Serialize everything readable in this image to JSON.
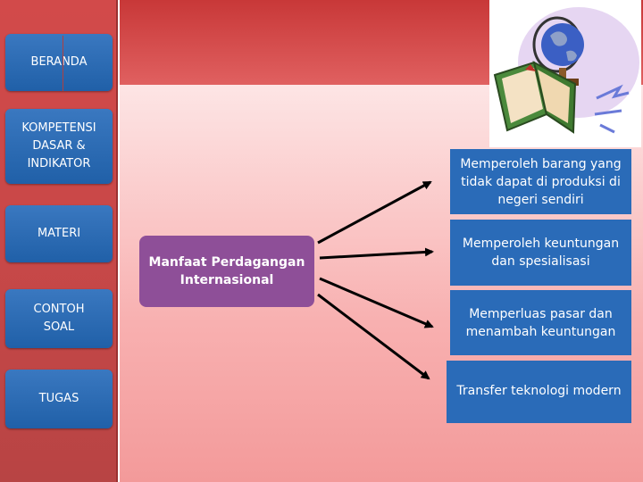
{
  "nav": {
    "items": [
      {
        "label": "BERANDA"
      },
      {
        "label": "KOMPETENSI\nDASAR &\nINDIKATOR"
      },
      {
        "label": "MATERI"
      },
      {
        "label": "CONTOH\nSOAL"
      },
      {
        "label": "TUGAS"
      }
    ]
  },
  "diagram": {
    "center": "Manfaat Perdagangan\nInternasional",
    "outcomes": [
      "Memperoleh barang yang\ntidak dapat di produksi di\nnegeri sendiri",
      "Memperoleh keuntungan\ndan spesialisasi",
      "Memperluas pasar dan\nmenambah keuntungan",
      "Transfer teknologi modern"
    ]
  },
  "colors": {
    "sidebar": "#c84848",
    "nav_button": "#2a6bb8",
    "center_box": "#8e4f98",
    "outcome_box": "#2a6bb8"
  },
  "icons": {
    "clipart": "globe-and-book-icon"
  }
}
